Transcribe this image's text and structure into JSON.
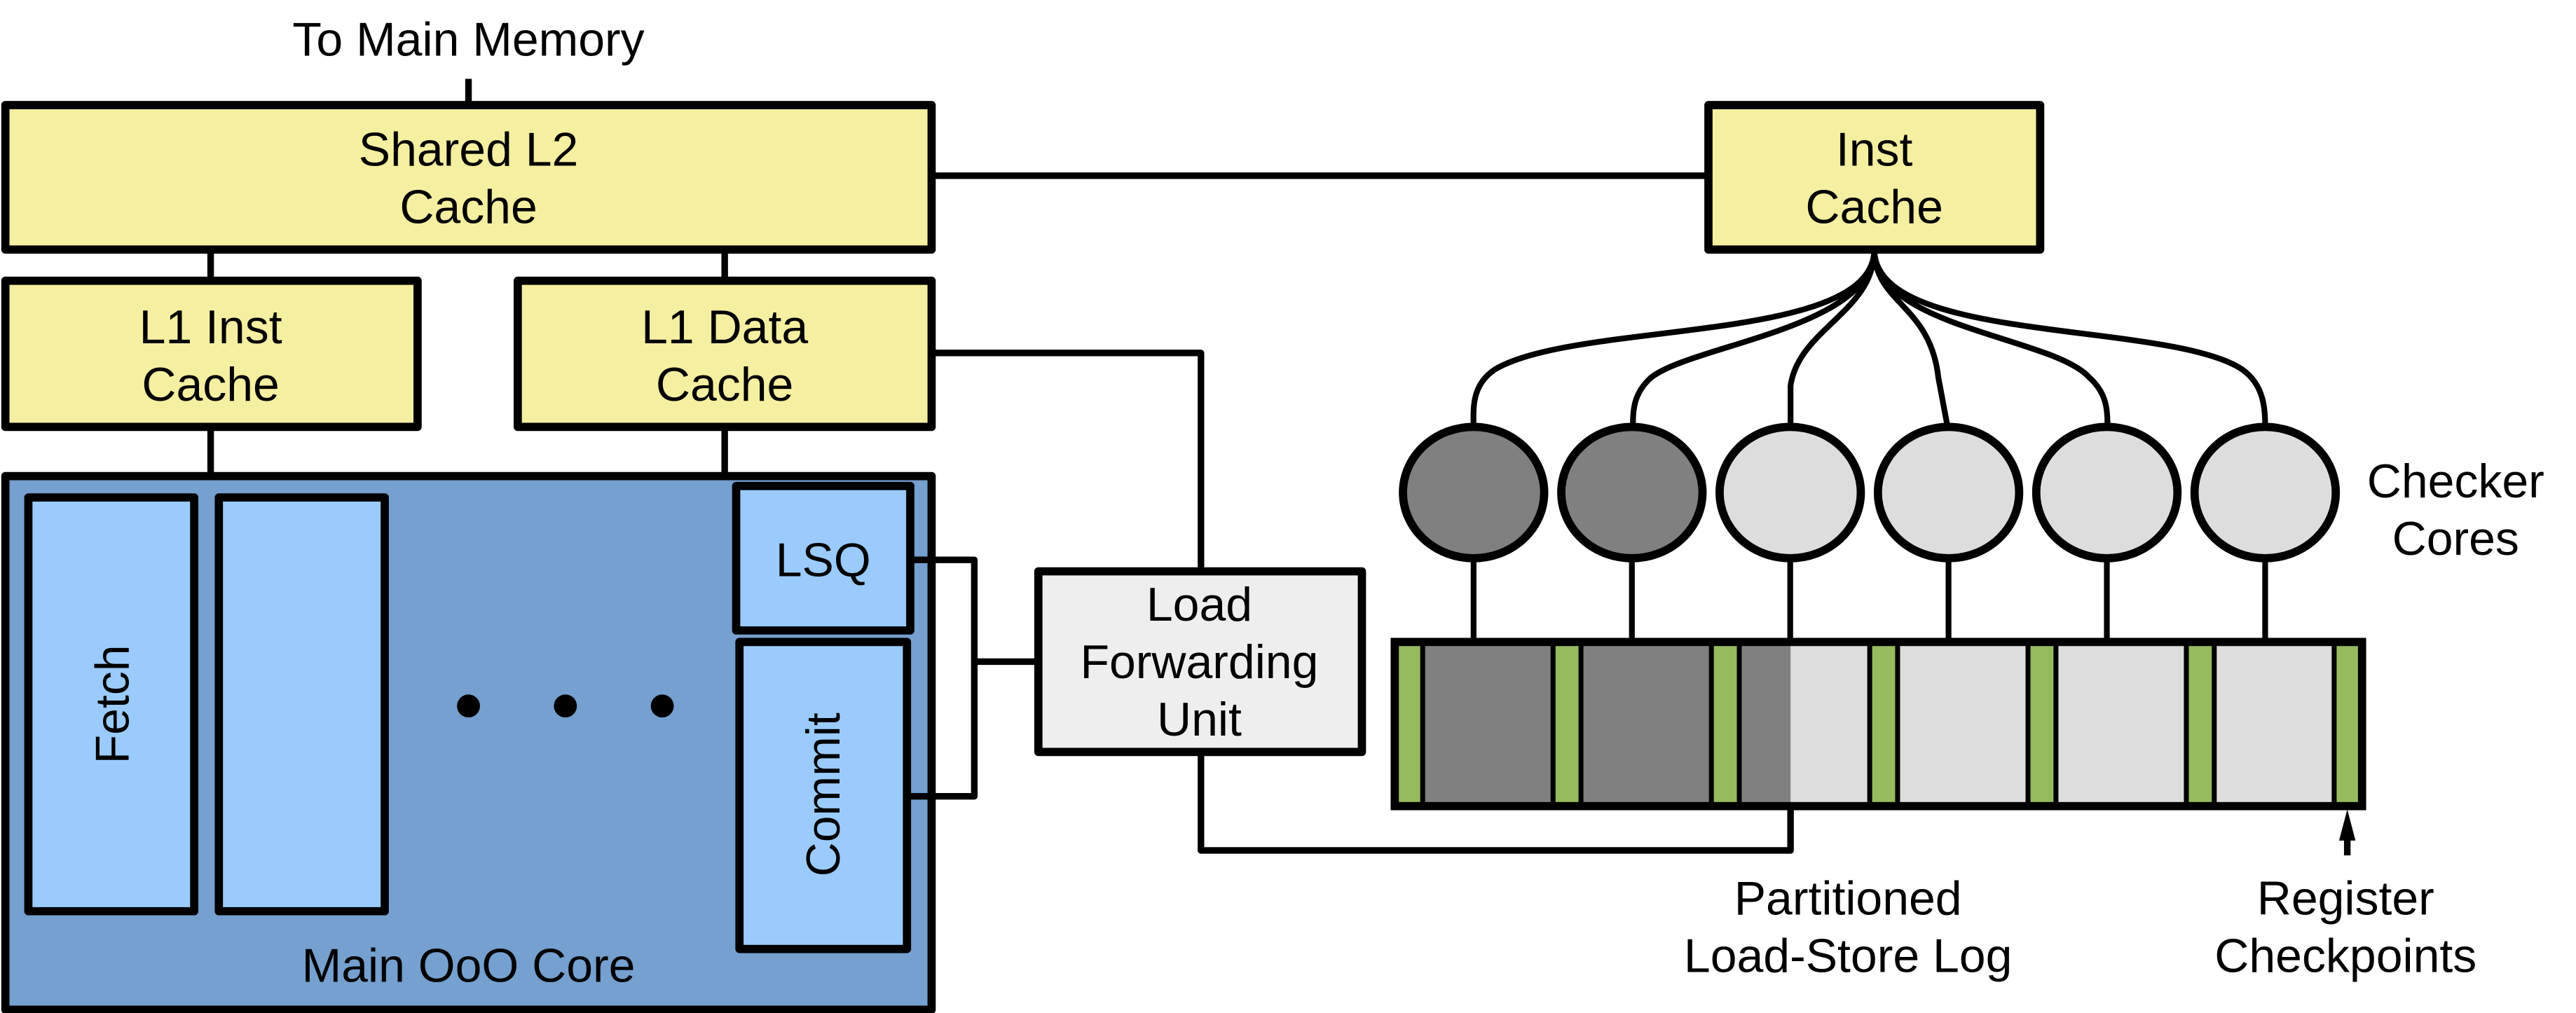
{
  "title": "Main OoO core with parallel checker cores architecture",
  "colors": {
    "cache_fill": "#f5efa1",
    "core_fill": "#75a0cf",
    "stage_fill": "#9bcbfc",
    "lfu_fill": "#eeeeee",
    "checker_busy": "#808080",
    "checker_idle": "#dddddd",
    "checkpoint": "#95bb5e"
  },
  "labels": {
    "main_memory": "To Main Memory",
    "shared_l2": [
      "Shared L2",
      "Cache"
    ],
    "l1_inst": [
      "L1 Inst",
      "Cache"
    ],
    "l1_data": [
      "L1 Data",
      "Cache"
    ],
    "inst_cache": [
      "Inst",
      "Cache"
    ],
    "main_core": "Main OoO Core",
    "fetch": "Fetch",
    "lsq": "LSQ",
    "commit": "Commit",
    "lfu": [
      "Load",
      "Forwarding",
      "Unit"
    ],
    "checker_cores": [
      "Checker",
      "Cores"
    ],
    "log": [
      "Partitioned",
      "Load-Store Log"
    ],
    "checkpoints": [
      "Register",
      "Checkpoints"
    ]
  },
  "checker_cores": [
    {
      "state": "busy"
    },
    {
      "state": "busy"
    },
    {
      "state": "idle"
    },
    {
      "state": "idle"
    },
    {
      "state": "idle"
    },
    {
      "state": "idle"
    }
  ],
  "log_partitions": [
    {
      "state": "busy"
    },
    {
      "state": "busy"
    },
    {
      "state": "partial"
    },
    {
      "state": "idle"
    },
    {
      "state": "idle"
    },
    {
      "state": "idle"
    }
  ]
}
